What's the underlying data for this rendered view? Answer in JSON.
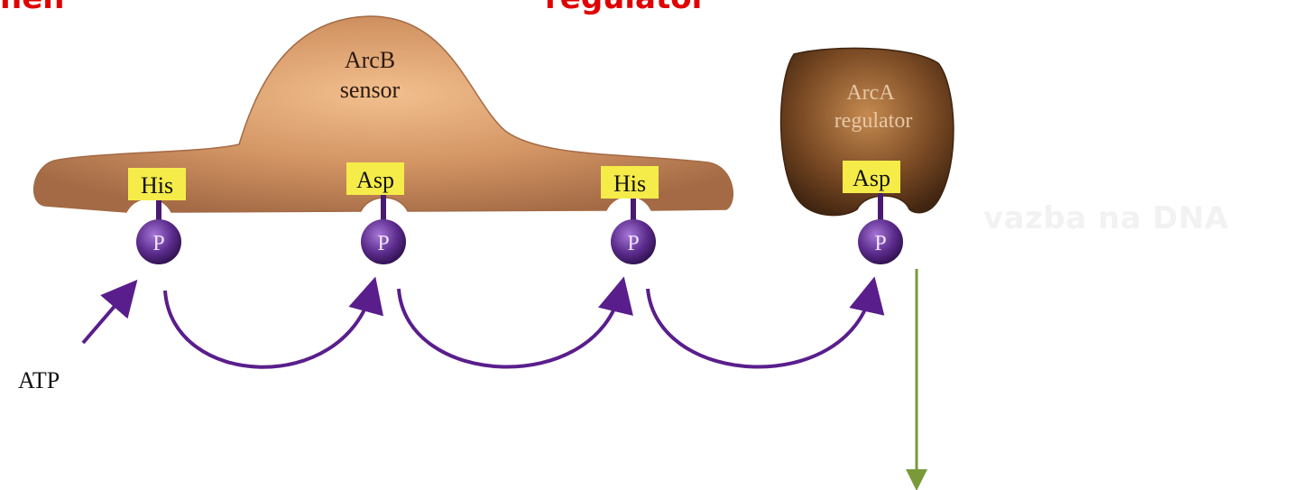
{
  "headings": {
    "left": "nen",
    "right": "regulator"
  },
  "sensor": {
    "name": "ArcB",
    "role": "sensor",
    "sites": [
      "His",
      "Asp",
      "His"
    ]
  },
  "regulator": {
    "name": "ArcA",
    "role": "regulator",
    "site": "Asp"
  },
  "phosphate_label": "P",
  "atp_label": "ATP",
  "side_label": "vazba na DNA",
  "colors": {
    "heading": "#e00000",
    "sensor_body": "#c98a5c",
    "regulator_body": "#6b3d1e",
    "site_box": "#f5ec4a",
    "phosphate": "#5a2a8a",
    "arrow": "#5a1e8c",
    "output_arrow": "#7a9a3a",
    "side_label": "#f2f2f2"
  }
}
